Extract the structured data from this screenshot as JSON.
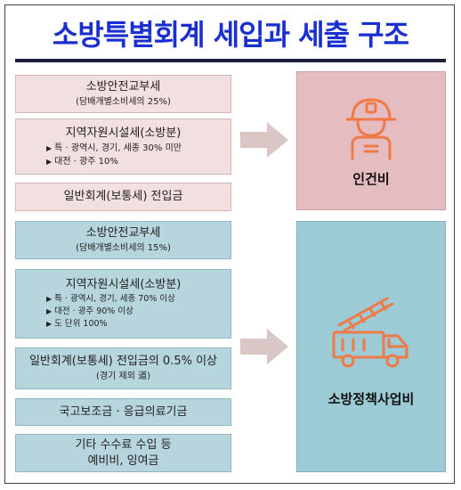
{
  "title": "소방특별회계 세입과 세출 구조",
  "revenue_top": [
    {
      "main": "소방안전교부세",
      "sub": "(담배개별소비세의 25%)"
    },
    {
      "main": "지역자원시설세(소방분)",
      "bullets": [
        "특 · 광역시, 경기, 세종 30% 미만",
        "대전 · 광주 10%"
      ]
    },
    {
      "main": "일반회계(보통세) 전입금"
    }
  ],
  "revenue_bottom": [
    {
      "main": "소방안전교부세",
      "sub": "(담배개별소비세의 15%)"
    },
    {
      "main": "지역자원시설세(소방분)",
      "bullets": [
        "특 · 광역시, 경기, 세종 70% 이상",
        "대전 · 광주  90% 이상",
        "도 단위 100%"
      ]
    },
    {
      "main": "일반회계(보통세) 전입금의 0.5% 이상",
      "sub": "(경기 제외 道)"
    },
    {
      "main": "국고보조금 · 응급의료기금"
    },
    {
      "main": "기타 수수료 수입 등",
      "main2": "예비비, 잉여금"
    }
  ],
  "expenditure": {
    "personnel": "인건비",
    "projects": "소방정책사업비"
  },
  "icons": {
    "personnel": "firefighter-icon",
    "projects": "fire-truck-icon",
    "arrow": "right-arrow-icon"
  },
  "colors": {
    "title": "#1a2fd0",
    "icon": "#f07a47",
    "pink_box": "#f2dfe0",
    "blue_box": "#b7d5dd",
    "arrow": "#dbc6c6"
  }
}
